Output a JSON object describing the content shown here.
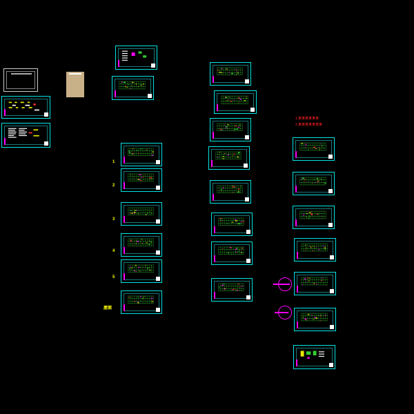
{
  "level_marks": [
    "1",
    "2",
    "3",
    "4",
    "5",
    "屋面"
  ],
  "notes": [
    "1.某某某某某某",
    "2.某某某某某某某"
  ],
  "colors": {
    "background": "#000000",
    "sheet_frame": "#00e5e5",
    "grid_green": "#33cc33",
    "grid_yellow": "#e8e800",
    "grid_magenta": "#ff00ff",
    "grid_red": "#ff3030",
    "mark": "#ffff00",
    "note": "#ff2020"
  }
}
